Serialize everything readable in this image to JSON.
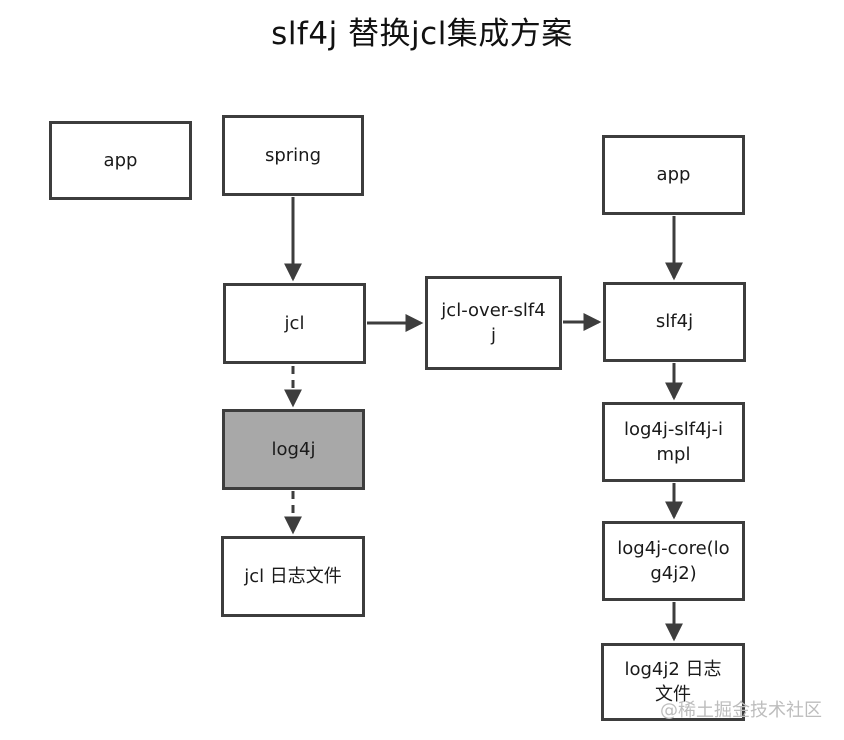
{
  "title": "slf4j 替换jcl集成方案",
  "watermark": "@稀土掘金技术社区",
  "nodes": {
    "app_left": "app",
    "spring": "spring",
    "jcl": "jcl",
    "log4j": "log4j",
    "jcl_log_file": "jcl 日志文件",
    "jcl_over_slf4j": "jcl-over-slf4j",
    "app_right": "app",
    "slf4j": "slf4j",
    "log4j_slf4j_impl": "log4j-slf4j-impl",
    "log4j_core": "log4j-core(log4j2)",
    "log4j2_log_file": "log4j2 日志文件"
  },
  "edges": [
    {
      "from": "spring",
      "to": "jcl",
      "style": "solid"
    },
    {
      "from": "jcl",
      "to": "jcl_over_slf4j",
      "style": "solid"
    },
    {
      "from": "jcl_over_slf4j",
      "to": "slf4j",
      "style": "solid"
    },
    {
      "from": "jcl",
      "to": "log4j",
      "style": "dashed"
    },
    {
      "from": "log4j",
      "to": "jcl_log_file",
      "style": "dashed"
    },
    {
      "from": "app_right",
      "to": "slf4j",
      "style": "solid"
    },
    {
      "from": "slf4j",
      "to": "log4j_slf4j_impl",
      "style": "solid"
    },
    {
      "from": "log4j_slf4j_impl",
      "to": "log4j_core",
      "style": "solid"
    },
    {
      "from": "log4j_core",
      "to": "log4j2_log_file",
      "style": "solid"
    }
  ],
  "colors": {
    "border": "#3d3d3d",
    "arrow": "#3d3d3d",
    "node_fill": "#ffffff",
    "log4j_fill": "#a8a8a8",
    "text": "#1a1a1a",
    "watermark": "#bdbdbd"
  }
}
